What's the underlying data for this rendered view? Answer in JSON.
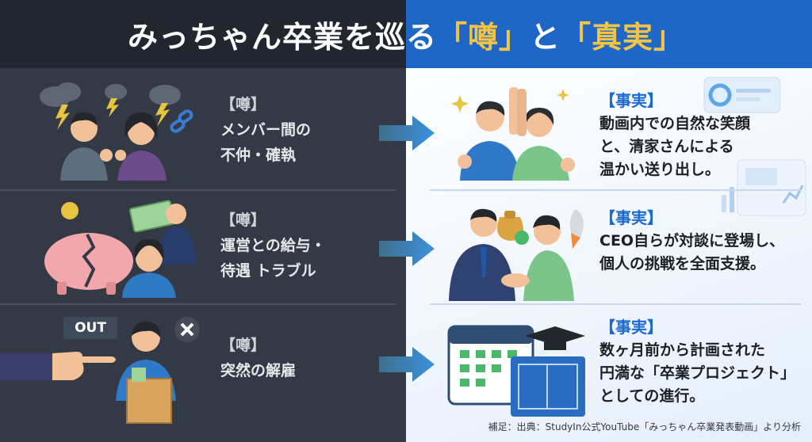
{
  "header": {
    "title_prefix": "みっちゃん卒業を巡る",
    "rumor_word": "「噂」",
    "connector": "と",
    "truth_word": "「真実」",
    "colors": {
      "left": "#22272f",
      "right": "#1e67c7",
      "accent": "#f6c445"
    }
  },
  "rows": [
    {
      "rumor_tag": "【噂】",
      "rumor_text": "メンバー間の\n不仲・確執",
      "fact_tag": "【事実】",
      "fact_text": "動画内での自然な笑顔\nと、清家さんによる\n温かい送り出し。",
      "rumor_icons": [
        "storm-cloud-icon",
        "broken-chain-icon",
        "arguing-people-icon"
      ],
      "fact_icons": [
        "high-five-people-icon",
        "thumbs-up-icon",
        "sparkle-icon"
      ]
    },
    {
      "rumor_tag": "【噂】",
      "rumor_text": "運営との給与・\n待遇 トラブル",
      "fact_tag": "【事実】",
      "fact_text": "CEO自らが対談に登場し、\n個人の挑戦を全面支援。",
      "rumor_icons": [
        "broken-piggy-bank-icon",
        "money-bill-icon",
        "worried-person-icon"
      ],
      "fact_icons": [
        "handshake-icon",
        "money-bag-icon",
        "rocket-icon"
      ]
    },
    {
      "rumor_tag": "【噂】",
      "rumor_text": "突然の解雇",
      "fact_tag": "【事実】",
      "fact_text": "数ヶ月前から計画された\n円満な「卒業プロジェクト」\nとしての進行。",
      "rumor_icons": [
        "out-sign-icon",
        "pointing-hand-icon",
        "box-person-icon",
        "close-icon"
      ],
      "fact_icons": [
        "calendar-icon",
        "blueprint-icon",
        "graduation-cap-icon"
      ],
      "out_label": "OUT"
    }
  ],
  "footnote": "補足：出典：StudyIn公式YouTube「みっちゃん卒業発表動画」より分析"
}
